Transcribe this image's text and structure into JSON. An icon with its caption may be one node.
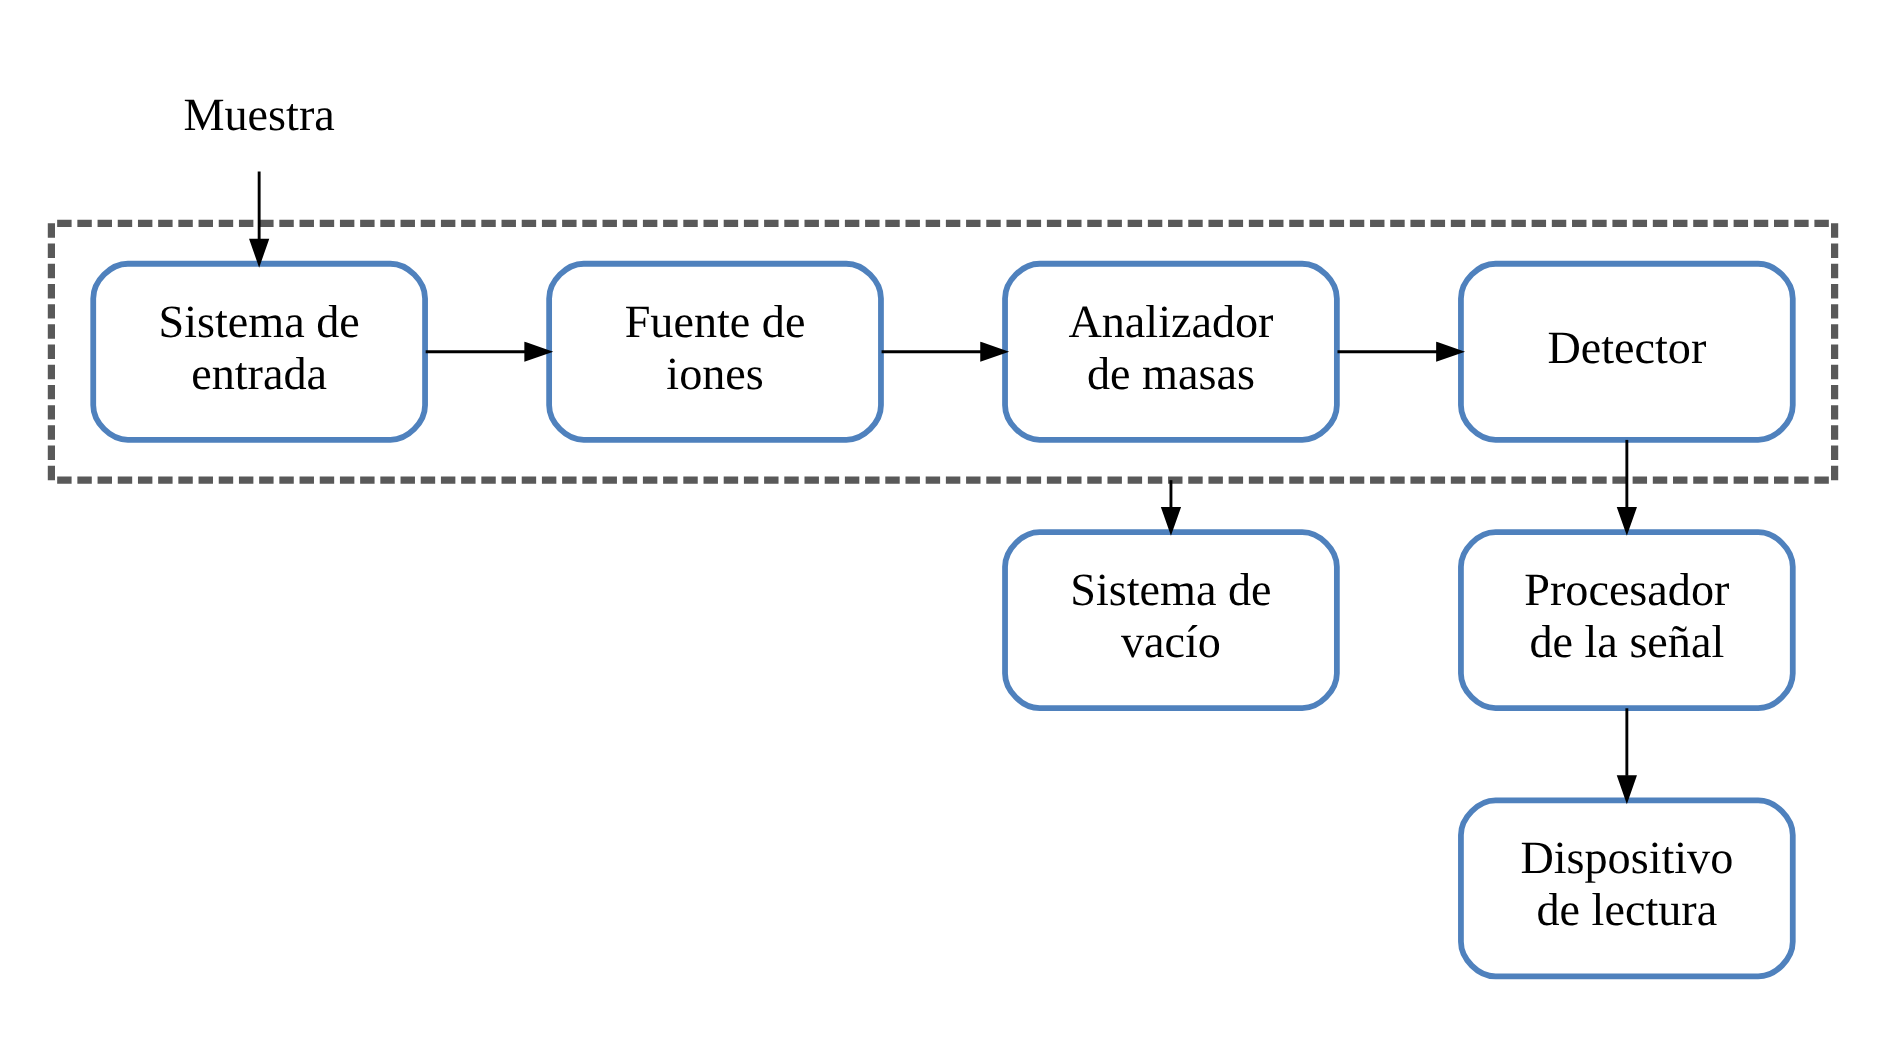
{
  "diagram": {
    "nodes": [
      {
        "text": [
          "Muestra"
        ]
      },
      {
        "text": [],
        "shape": "box"
      },
      {
        "text": [
          "Sistema de entrada"
        ],
        "in": 1
      },
      {
        "text": [
          "Fuente de iones"
        ],
        "in": 1
      },
      {
        "text": [
          "Analizador de masas"
        ],
        "in": 1
      },
      {
        "text": [
          "Detector"
        ],
        "in": 1
      },
      {
        "text": [
          "Sistema de vacío"
        ]
      },
      {
        "text": [
          "Procesador de la señal"
        ]
      },
      {
        "text": [
          "Dispositivo de lectura"
        ]
      }
    ],
    "edges": [
      {
        "from": 0,
        "to": 2,
        "arrow": "to"
      },
      {
        "from": 2,
        "to": 3,
        "arrow": "to"
      },
      {
        "from": 3,
        "to": 4,
        "arrow": "to"
      },
      {
        "from": 4,
        "to": 5,
        "arrow": "to"
      },
      {
        "from": 1,
        "to": 6,
        "arrow": "to"
      },
      {
        "from": 5,
        "to": 7,
        "arrow": "to"
      },
      {
        "from": 7,
        "to": 8,
        "arrow": "to"
      }
    ]
  }
}
